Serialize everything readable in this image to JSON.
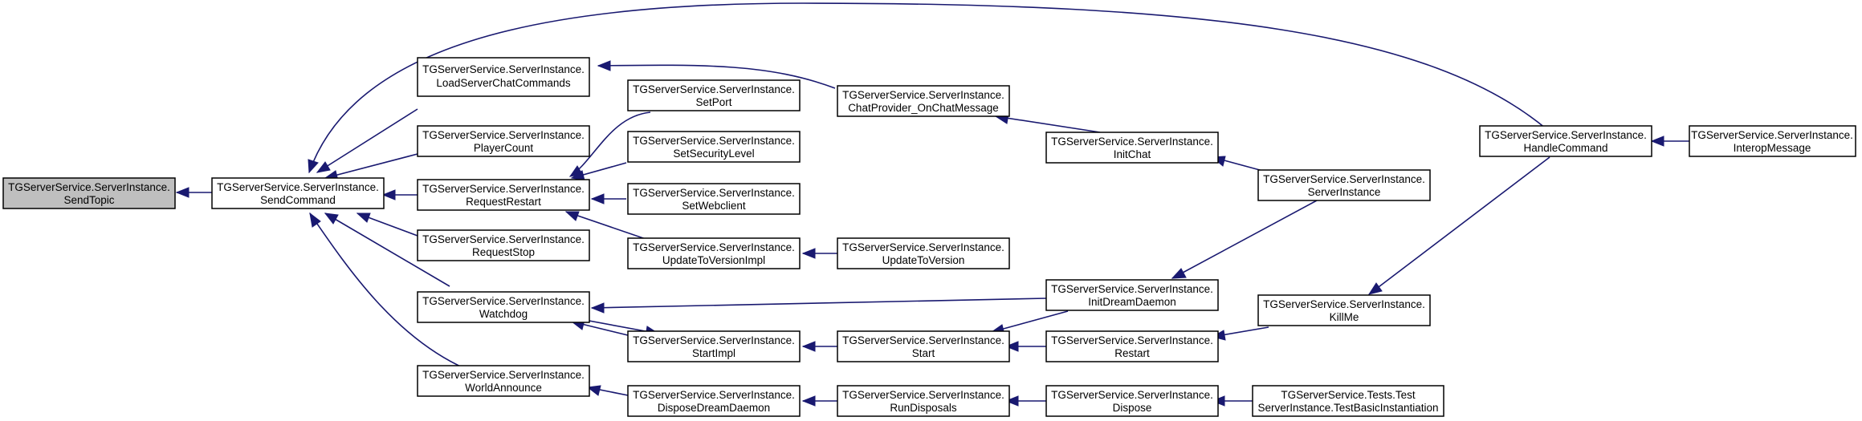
{
  "graph": {
    "nodes": [
      {
        "id": "sendtopic",
        "line1": "TGServerService.ServerInstance.",
        "line2": "SendTopic",
        "highlight": true
      },
      {
        "id": "sendcommand",
        "line1": "TGServerService.ServerInstance.",
        "line2": "SendCommand"
      },
      {
        "id": "loadserverchatcommands",
        "line1": "TGServerService.ServerInstance.",
        "line2": "LoadServerChatCommands"
      },
      {
        "id": "playercount",
        "line1": "TGServerService.ServerInstance.",
        "line2": "PlayerCount"
      },
      {
        "id": "requestrestart",
        "line1": "TGServerService.ServerInstance.",
        "line2": "RequestRestart"
      },
      {
        "id": "requeststop",
        "line1": "TGServerService.ServerInstance.",
        "line2": "RequestStop"
      },
      {
        "id": "watchdog",
        "line1": "TGServerService.ServerInstance.",
        "line2": "Watchdog"
      },
      {
        "id": "worldannounce",
        "line1": "TGServerService.ServerInstance.",
        "line2": "WorldAnnounce"
      },
      {
        "id": "setport",
        "line1": "TGServerService.ServerInstance.",
        "line2": "SetPort"
      },
      {
        "id": "setsecuritylevel",
        "line1": "TGServerService.ServerInstance.",
        "line2": "SetSecurityLevel"
      },
      {
        "id": "setwebclient",
        "line1": "TGServerService.ServerInstance.",
        "line2": "SetWebclient"
      },
      {
        "id": "updatetoversionimpl",
        "line1": "TGServerService.ServerInstance.",
        "line2": "UpdateToVersionImpl"
      },
      {
        "id": "startimpl",
        "line1": "TGServerService.ServerInstance.",
        "line2": "StartImpl"
      },
      {
        "id": "disposedreamdaemon",
        "line1": "TGServerService.ServerInstance.",
        "line2": "DisposeDreamDaemon"
      },
      {
        "id": "chatprovider",
        "line1": "TGServerService.ServerInstance.",
        "line2": "ChatProvider_OnChatMessage"
      },
      {
        "id": "updatetoversion",
        "line1": "TGServerService.ServerInstance.",
        "line2": "UpdateToVersion"
      },
      {
        "id": "start",
        "line1": "TGServerService.ServerInstance.",
        "line2": "Start"
      },
      {
        "id": "rundisposals",
        "line1": "TGServerService.ServerInstance.",
        "line2": "RunDisposals"
      },
      {
        "id": "initchat",
        "line1": "TGServerService.ServerInstance.",
        "line2": "InitChat"
      },
      {
        "id": "initdreamdaemon",
        "line1": "TGServerService.ServerInstance.",
        "line2": "InitDreamDaemon"
      },
      {
        "id": "restart",
        "line1": "TGServerService.ServerInstance.",
        "line2": "Restart"
      },
      {
        "id": "dispose",
        "line1": "TGServerService.ServerInstance.",
        "line2": "Dispose"
      },
      {
        "id": "serverinstance",
        "line1": "TGServerService.ServerInstance.",
        "line2": "ServerInstance"
      },
      {
        "id": "killme",
        "line1": "TGServerService.ServerInstance.",
        "line2": "KillMe"
      },
      {
        "id": "testbasicinstantiation",
        "line1": "TGServerService.Tests.Test",
        "line2": "ServerInstance.TestBasicInstantiation"
      },
      {
        "id": "handlecommand",
        "line1": "TGServerService.ServerInstance.",
        "line2": "HandleCommand"
      },
      {
        "id": "interopmessage",
        "line1": "TGServerService.ServerInstance.",
        "line2": "InteropMessage"
      }
    ],
    "edges": [
      {
        "from": "sendcommand",
        "to": "sendtopic"
      },
      {
        "from": "loadserverchatcommands",
        "to": "sendcommand"
      },
      {
        "from": "playercount",
        "to": "sendcommand"
      },
      {
        "from": "requestrestart",
        "to": "sendcommand"
      },
      {
        "from": "requeststop",
        "to": "sendcommand"
      },
      {
        "from": "watchdog",
        "to": "sendcommand"
      },
      {
        "from": "worldannounce",
        "to": "sendcommand"
      },
      {
        "from": "handlecommand",
        "to": "sendcommand"
      },
      {
        "from": "chatprovider",
        "to": "loadserverchatcommands"
      },
      {
        "from": "setport",
        "to": "requestrestart"
      },
      {
        "from": "setsecuritylevel",
        "to": "requestrestart"
      },
      {
        "from": "setwebclient",
        "to": "requestrestart"
      },
      {
        "from": "updatetoversionimpl",
        "to": "requestrestart"
      },
      {
        "from": "startimpl",
        "to": "watchdog"
      },
      {
        "from": "initdreamdaemon",
        "to": "watchdog"
      },
      {
        "from": "disposedreamdaemon",
        "to": "worldannounce"
      },
      {
        "from": "watchdog",
        "to": "startimpl"
      },
      {
        "from": "initchat",
        "to": "chatprovider"
      },
      {
        "from": "updatetoversion",
        "to": "updatetoversionimpl"
      },
      {
        "from": "start",
        "to": "startimpl"
      },
      {
        "from": "rundisposals",
        "to": "disposedreamdaemon"
      },
      {
        "from": "serverinstance",
        "to": "initchat"
      },
      {
        "from": "initdreamdaemon",
        "to": "start"
      },
      {
        "from": "restart",
        "to": "start"
      },
      {
        "from": "dispose",
        "to": "rundisposals"
      },
      {
        "from": "serverinstance",
        "to": "initdreamdaemon"
      },
      {
        "from": "killme",
        "to": "restart"
      },
      {
        "from": "testbasicinstantiation",
        "to": "dispose"
      },
      {
        "from": "handlecommand",
        "to": "killme"
      },
      {
        "from": "interopmessage",
        "to": "handlecommand"
      }
    ]
  }
}
